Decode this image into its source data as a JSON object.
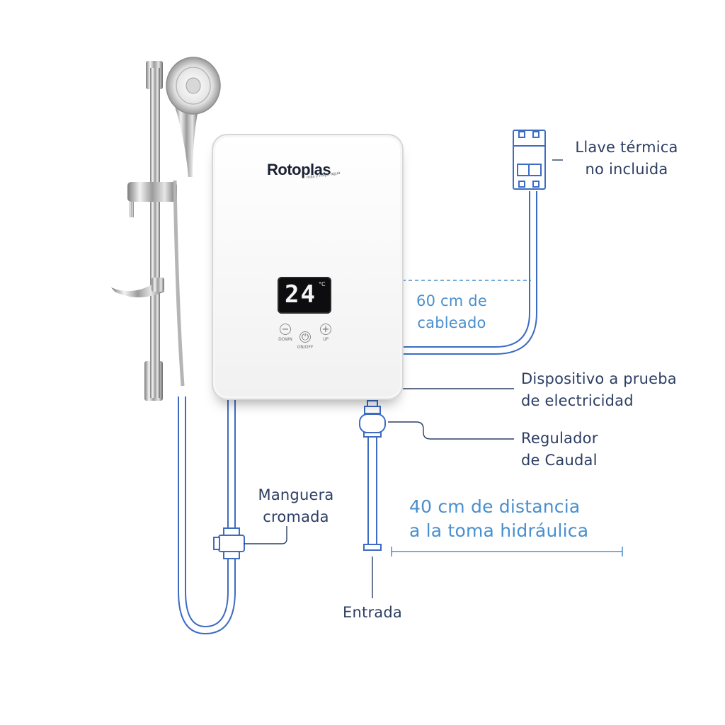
{
  "product": {
    "brand": "Rotoplas",
    "tagline": "más y mejor agua",
    "display_value": "24",
    "display_unit": "°C",
    "buttons": {
      "down": {
        "symbol": "−",
        "caption": "DOWN"
      },
      "power": {
        "symbol": "⏻",
        "caption": "ON/OFF"
      },
      "up": {
        "symbol": "+",
        "caption": "UP"
      }
    }
  },
  "labels": {
    "breaker_line1": "Llave térmica",
    "breaker_line2": "no incluida",
    "cable_line1": "60 cm de",
    "cable_line2": "cableado",
    "device_line1": "Dispositivo a prueba",
    "device_line2": "de electricidad",
    "regulator_line1": "Regulador",
    "regulator_line2": "de Caudal",
    "distance_line1": "40 cm de distancia",
    "distance_line2": "a la toma hidráulica",
    "hose_line1": "Manguera",
    "hose_line2": "cromada",
    "inlet": "Entrada"
  },
  "colors": {
    "label_dark": "#2c3e63",
    "label_blue": "#4a8fce",
    "outline_blue": "#3d6cc4",
    "leader": "#2c3e63"
  },
  "icons": [
    "shower-head-icon",
    "breaker-icon",
    "flow-regulator-icon",
    "valve-icon"
  ]
}
